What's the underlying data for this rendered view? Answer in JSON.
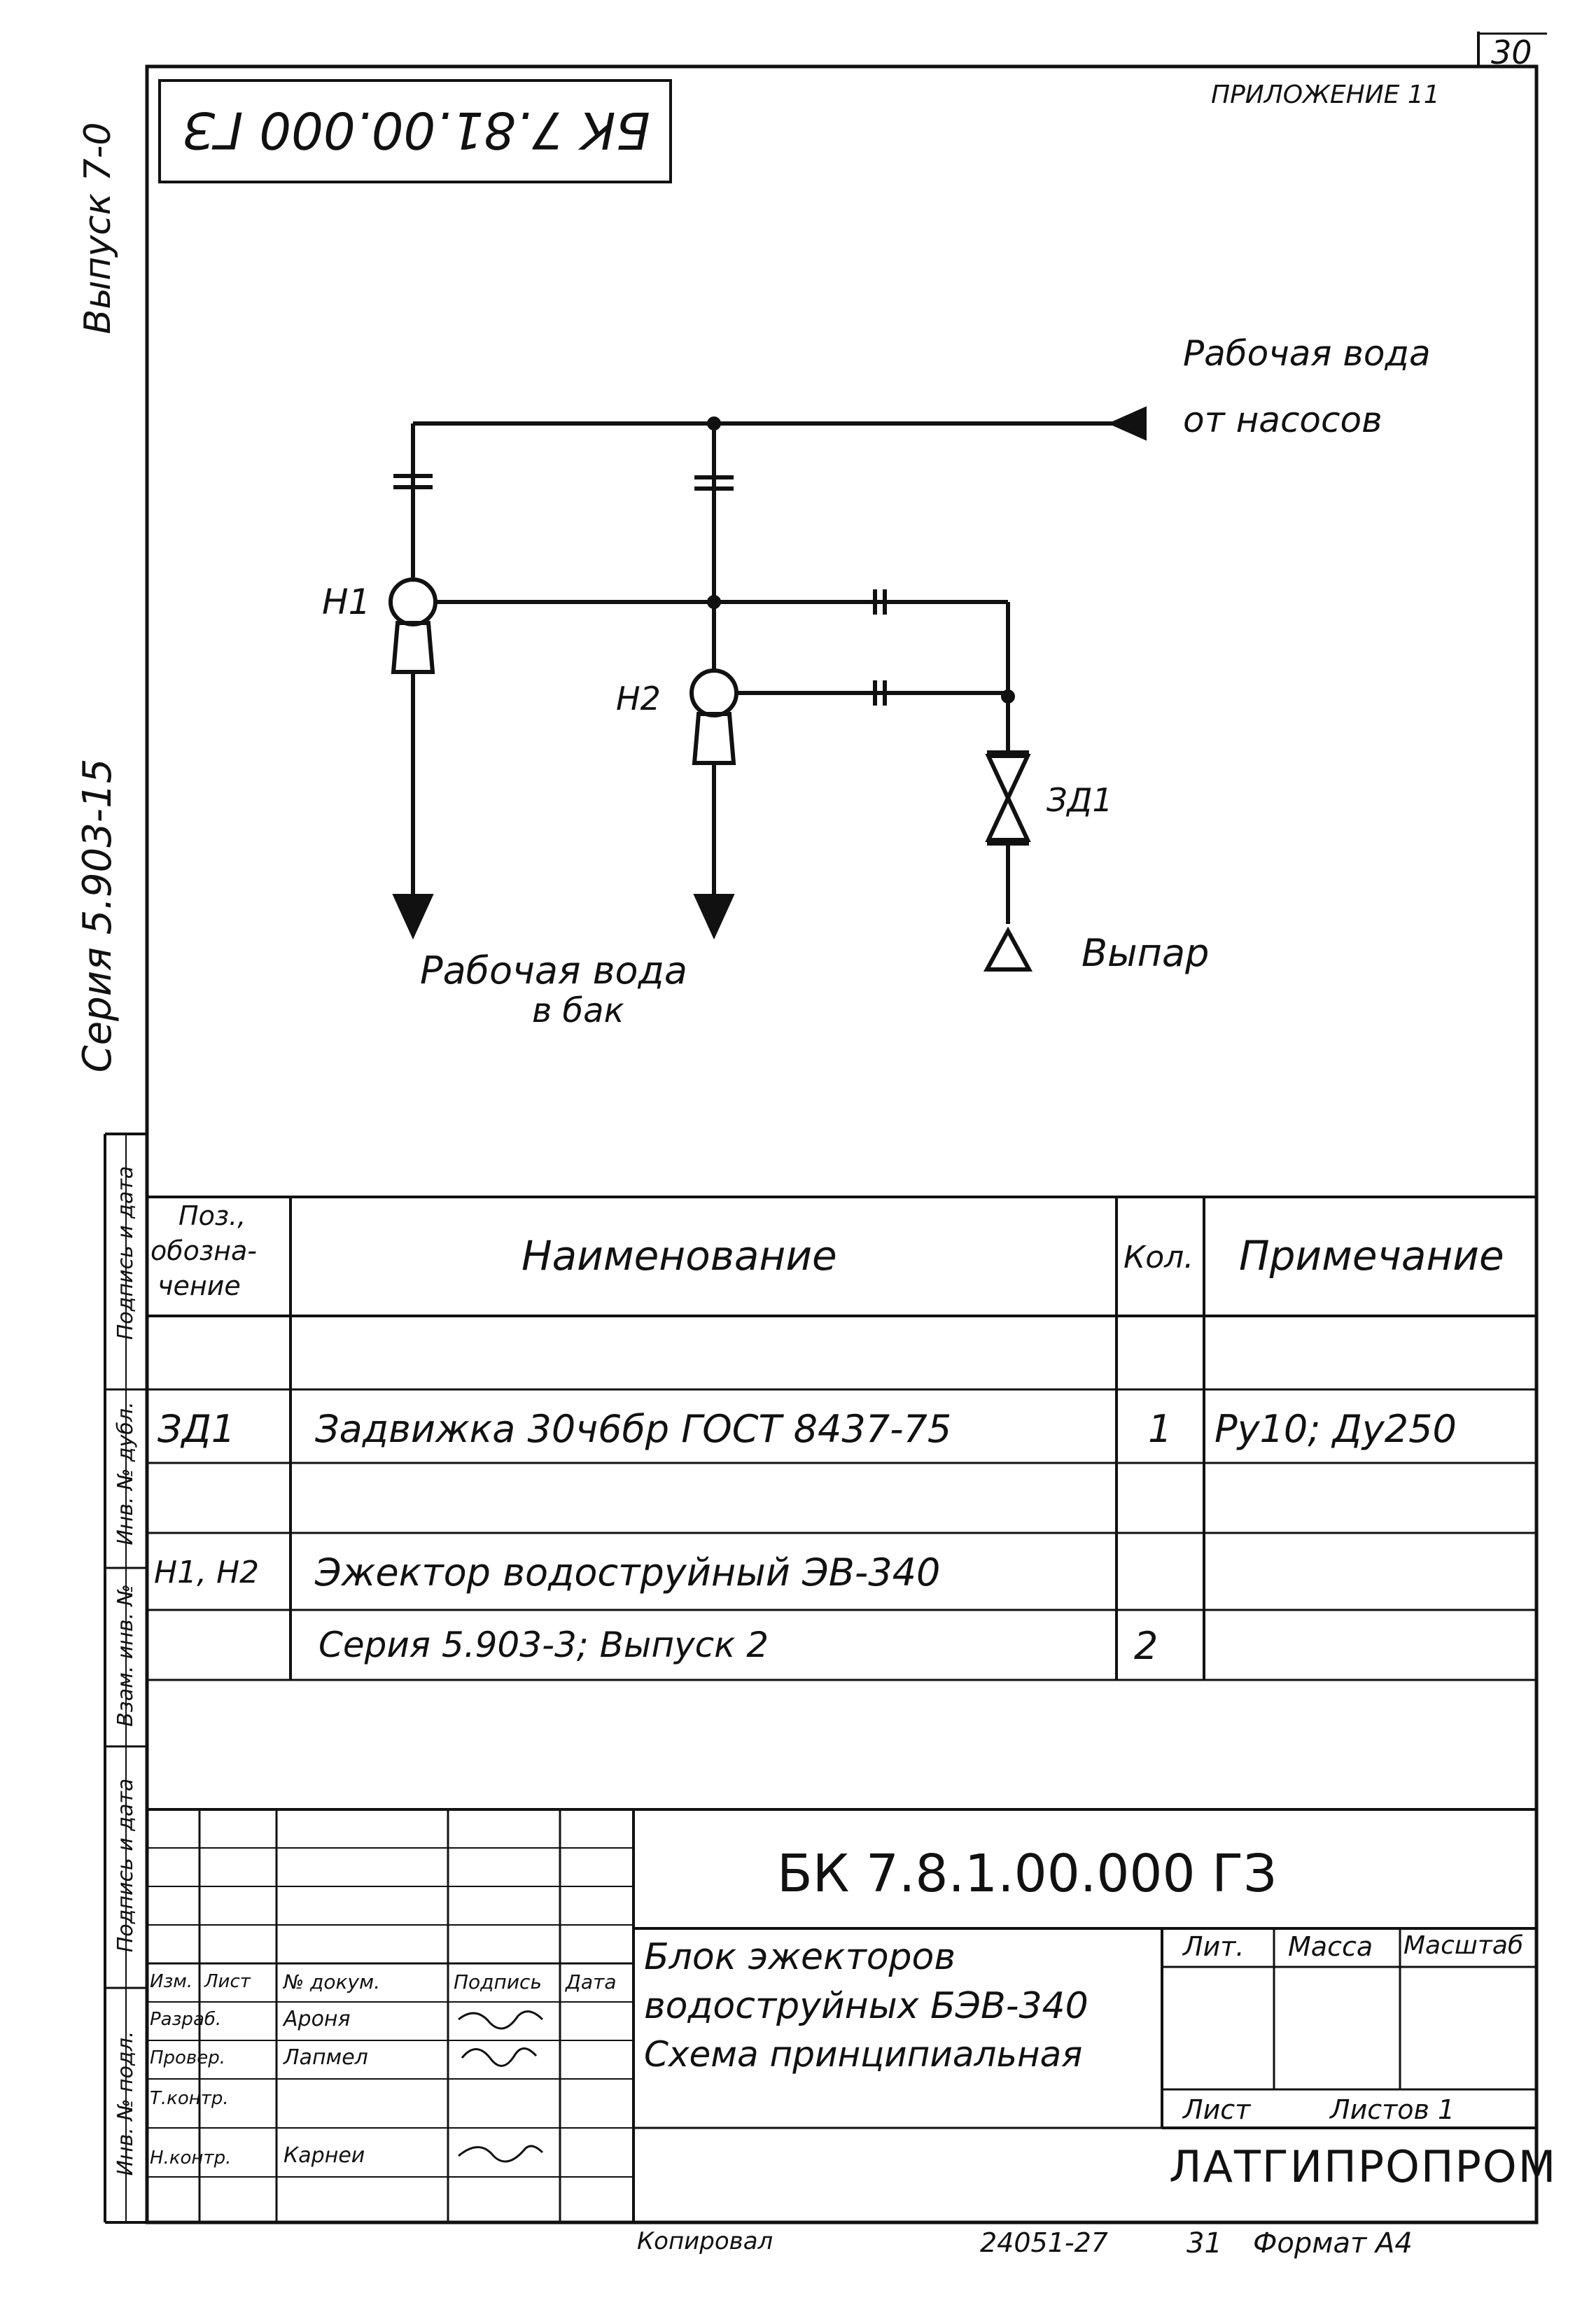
{
  "sheet": {
    "page_number": "30",
    "appendix": "ПРИЛОЖЕНИЕ 11",
    "code_mirrored": "БК 7.81.00.000 ГЗ",
    "side_release": "Выпуск 7-0",
    "side_series": "Серия 5.903-15"
  },
  "diagram": {
    "label_inlet_line1": "Рабочая вода",
    "label_inlet_line2": "от насосов",
    "label_outlet_line1": "Рабочая вода",
    "label_outlet_line2": "в бак",
    "label_vapor": "Выпар",
    "label_h1": "Н1",
    "label_h2": "Н2",
    "label_valve": "ЗД1"
  },
  "spec_table": {
    "headers": {
      "pos": [
        "Поз.,",
        "обозна-",
        "чение"
      ],
      "name": "Наименование",
      "qty": "Кол.",
      "note": "Примечание"
    },
    "rows": [
      {
        "pos": "ЗД1",
        "name": "Задвижка 30ч6бр  ГОСТ 8437-75",
        "qty": "1",
        "note": "Ру10; Ду250"
      },
      {
        "pos": "Н1, Н2",
        "name": "Эжектор водоструйный  ЭВ-340",
        "qty": "",
        "note": ""
      },
      {
        "pos": "",
        "name": "Серия 5.903-3;    Выпуск 2",
        "qty": "2",
        "note": ""
      }
    ]
  },
  "left_stamp": {
    "labels": [
      "Подпись и дата",
      "Инв. № дубл.",
      "Взам. инв. №",
      "Подпись и дата",
      "Инв. № подл."
    ]
  },
  "title_block": {
    "doc_code": "БК 7.8.1.00.000 ГЗ",
    "name_line1": "Блок   эжекторов",
    "name_line2": "водоструйных  БЭВ-340",
    "name_line3": "Схема принципиальная",
    "col_lit": "Лит.",
    "col_mass": "Масса",
    "col_scale": "Масштаб",
    "sheet_label": "Лист",
    "sheets_label": "Листов 1",
    "company": "ЛАТГИПРОПРОМ",
    "sign_headers": [
      "Изм.",
      "Лист",
      "№ докум.",
      "Подпись",
      "Дата"
    ],
    "sign_rows": [
      {
        "role": "Разраб.",
        "name": "Ароня"
      },
      {
        "role": "Провер.",
        "name": "Лапмел"
      },
      {
        "role": "Т.контр.",
        "name": ""
      },
      {
        "role": "Н.контр.",
        "name": "Карнеи"
      }
    ]
  },
  "footer": {
    "copied": "Копировал",
    "order": "24051-27",
    "sheet_no": "31",
    "format": "Формат А4"
  }
}
